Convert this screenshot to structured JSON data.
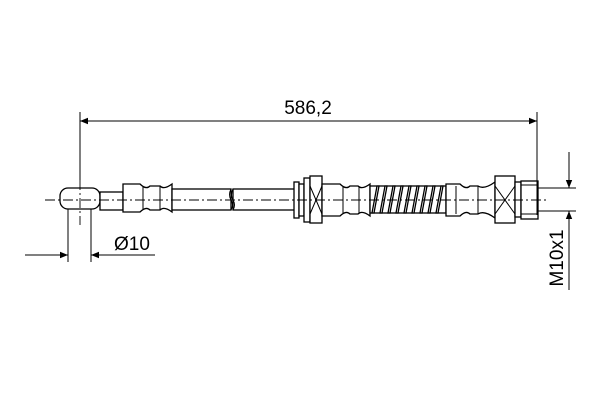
{
  "drawing": {
    "length_dimension": "586,2",
    "diameter_dimension": "Ø10",
    "thread_dimension": "M10x1",
    "line_color": "#000000",
    "background_color": "#ffffff"
  }
}
